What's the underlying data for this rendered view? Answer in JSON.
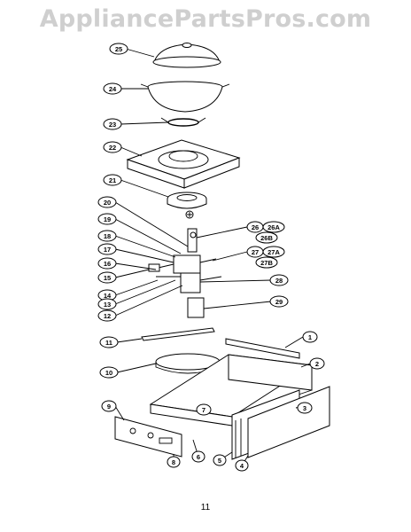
{
  "watermark": "AppliancePartsPros.com",
  "page_number": "11",
  "callouts": [
    {
      "label": "25"
    },
    {
      "label": "24"
    },
    {
      "label": "23"
    },
    {
      "label": "22"
    },
    {
      "label": "21"
    },
    {
      "label": "20"
    },
    {
      "label": "19"
    },
    {
      "label": "18"
    },
    {
      "label": "17"
    },
    {
      "label": "16"
    },
    {
      "label": "15"
    },
    {
      "label": "14"
    },
    {
      "label": "13"
    },
    {
      "label": "12"
    },
    {
      "label": "26"
    },
    {
      "label": "26A"
    },
    {
      "label": "26B"
    },
    {
      "label": "27"
    },
    {
      "label": "27A"
    },
    {
      "label": "27B"
    },
    {
      "label": "28"
    },
    {
      "label": "29"
    },
    {
      "label": "11"
    },
    {
      "label": "1"
    },
    {
      "label": "2"
    },
    {
      "label": "10"
    },
    {
      "label": "3"
    },
    {
      "label": "9"
    },
    {
      "label": "7"
    },
    {
      "label": "8"
    },
    {
      "label": "6"
    },
    {
      "label": "5"
    },
    {
      "label": "4"
    }
  ]
}
